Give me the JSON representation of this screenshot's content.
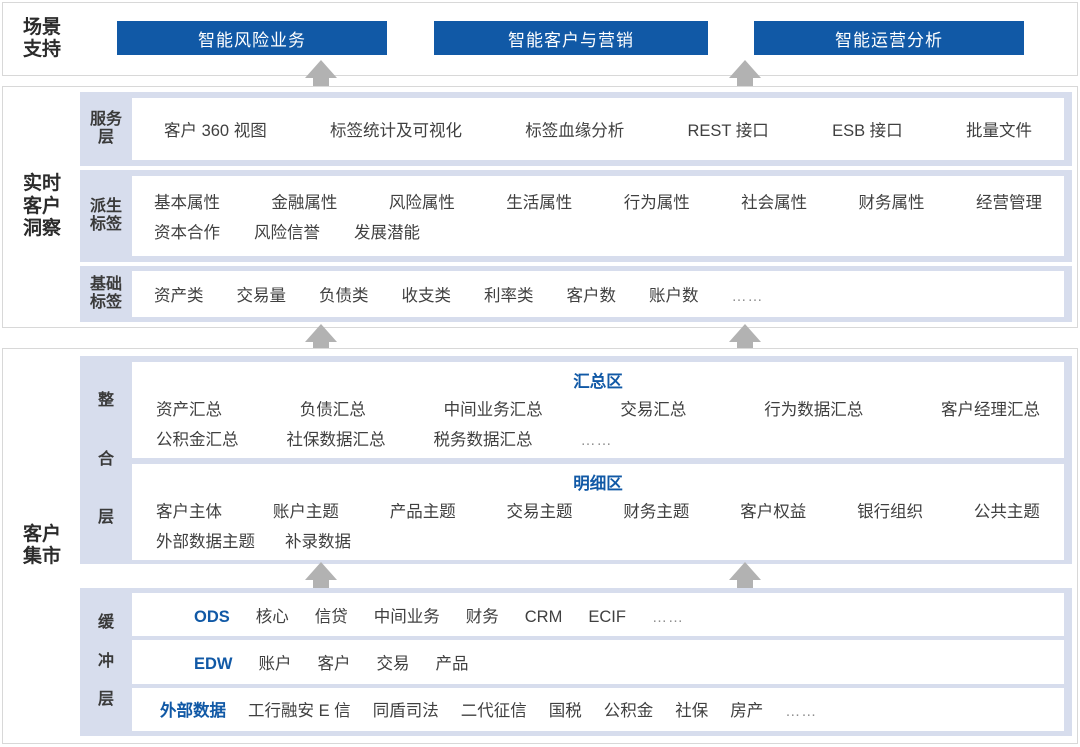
{
  "scenario": {
    "caption": "场景\n支持",
    "buttons": [
      {
        "label": "智能风险业务"
      },
      {
        "label": "智能客户与营销"
      },
      {
        "label": "智能运营分析"
      }
    ],
    "accent_color": "#1159a6"
  },
  "realtime_insight": {
    "caption": "实时\n客户\n洞察",
    "layers": [
      {
        "label": "服务\n层",
        "rows": [
          [
            "客户 360 视图",
            "标签统计及可视化",
            "标签血缘分析",
            "REST 接口",
            "ESB 接口",
            "批量文件"
          ]
        ]
      },
      {
        "label": "派生\n标签",
        "rows": [
          [
            "基本属性",
            "金融属性",
            "风险属性",
            "生活属性",
            "行为属性",
            "社会属性",
            "财务属性",
            "经营管理"
          ],
          [
            "资本合作",
            "风险信誉",
            "发展潜能"
          ]
        ]
      },
      {
        "label": "基础\n标签",
        "rows": [
          [
            "资产类",
            "交易量",
            "负债类",
            "收支类",
            "利率类",
            "客户数",
            "账户数",
            "……"
          ]
        ]
      }
    ]
  },
  "customer_mart": {
    "caption": "客户\n集市",
    "integration_label": [
      "整",
      "合",
      "层"
    ],
    "zones": [
      {
        "title": "汇总区",
        "rows": [
          [
            "资产汇总",
            "负债汇总",
            "中间业务汇总",
            "交易汇总",
            "行为数据汇总",
            "客户经理汇总"
          ],
          [
            "公积金汇总",
            "社保数据汇总",
            "税务数据汇总",
            "……"
          ]
        ]
      },
      {
        "title": "明细区",
        "rows": [
          [
            "客户主体",
            "账户主题",
            "产品主题",
            "交易主题",
            "财务主题",
            "客户权益",
            "银行组织",
            "公共主题"
          ],
          [
            "外部数据主题",
            "补录数据"
          ]
        ]
      }
    ],
    "buffer_label": [
      "缓",
      "冲",
      "层"
    ],
    "buffer_rows": [
      {
        "accent": "ODS",
        "items": [
          "核心",
          "信贷",
          "中间业务",
          "财务",
          "CRM",
          "ECIF",
          "……"
        ]
      },
      {
        "accent": "EDW",
        "items": [
          "账户",
          "客户",
          "交易",
          "产品"
        ]
      },
      {
        "accent": "外部数据",
        "items": [
          "工行融安 E 信",
          "同盾司法",
          "二代征信",
          "国税",
          "公积金",
          "社保",
          "房产",
          "……"
        ]
      }
    ]
  },
  "arrows": {
    "icon": "arrow-up-icon",
    "color": "#b2b2b2"
  }
}
